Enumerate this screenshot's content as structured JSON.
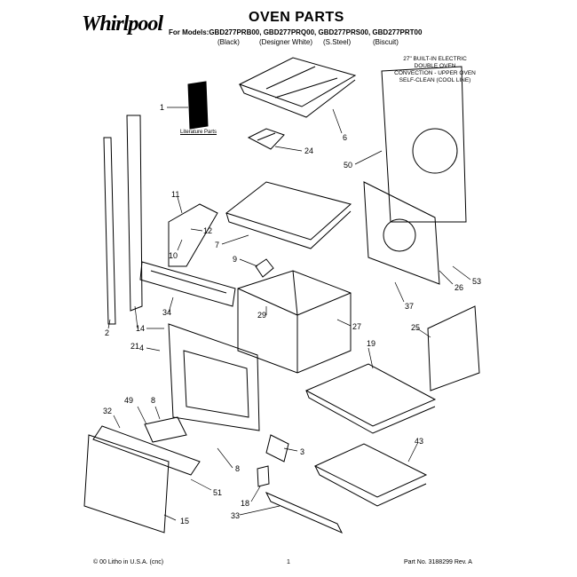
{
  "header": {
    "brand": "Whirlpool",
    "title": "OVEN PARTS",
    "models_line": "For Models:GBD277PRB00, GBD277PRQ00, GBD277PRS00, GBD277PRT00",
    "colors": [
      "(Black)",
      "(Designer White)",
      "(S.Steel)",
      "(Biscuit)"
    ]
  },
  "description": [
    "27\" BUILT-IN ELECTRIC",
    "DOUBLE OVEN",
    "CONVECTION - UPPER OVEN",
    "SELF-CLEAN (COOL LINE)"
  ],
  "literature_label": "Literature Parts",
  "callouts": [
    "1",
    "6",
    "24",
    "50",
    "11",
    "12",
    "10",
    "7",
    "9",
    "26",
    "53",
    "37",
    "2",
    "21",
    "34",
    "14",
    "4",
    "29",
    "27",
    "25",
    "19",
    "49",
    "8",
    "32",
    "3",
    "8",
    "51",
    "15",
    "18",
    "33",
    "43"
  ],
  "footer": {
    "left": "© 00 Litho in U.S.A. (cnc)",
    "page": "1",
    "part_no": "Part No. 3188299 Rev. A"
  }
}
